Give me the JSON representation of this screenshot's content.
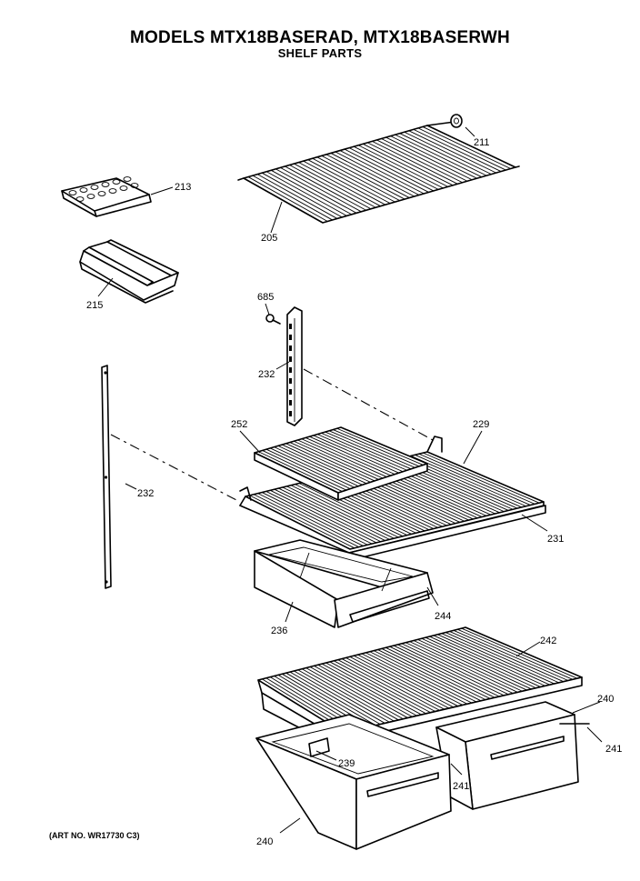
{
  "header": {
    "title": "MODELS MTX18BASERAD, MTX18BASERWH",
    "subtitle": "SHELF PARTS"
  },
  "art_number": "(ART NO. WR17730 C3)",
  "parts": {
    "p211": "211",
    "p213": "213",
    "p205": "205",
    "p215": "215",
    "p685": "685",
    "p232_upper": "232",
    "p232_left": "232",
    "p252": "252",
    "p229": "229",
    "p231": "231",
    "p244": "244",
    "p236": "236",
    "p242": "242",
    "p240_right": "240",
    "p241_right": "241",
    "p239": "239",
    "p241_mid": "241",
    "p240_bottom": "240"
  }
}
